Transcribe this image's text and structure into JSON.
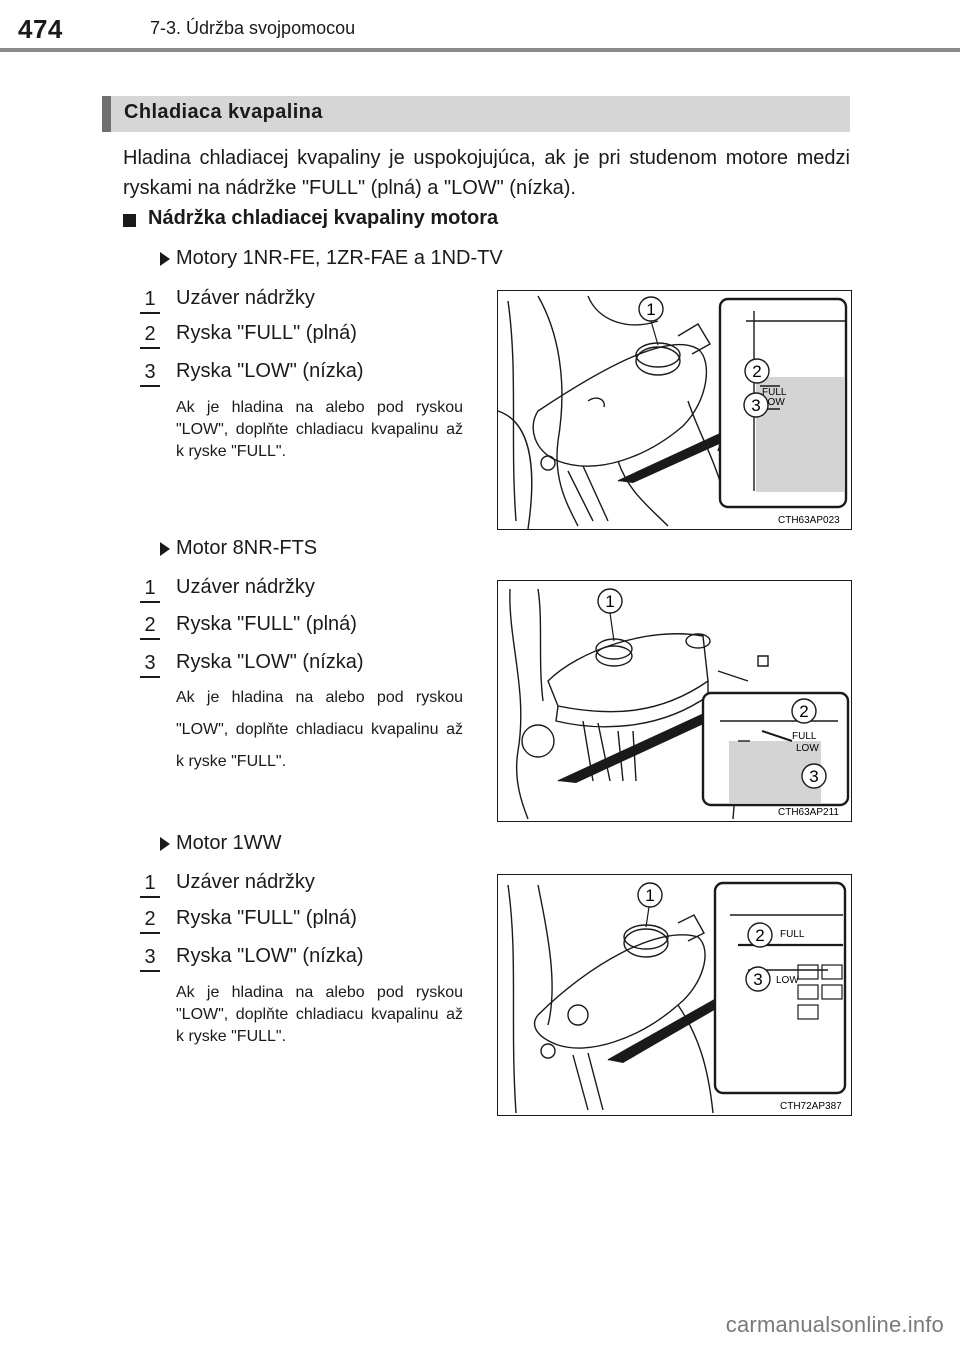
{
  "header": {
    "page_number": "474",
    "chapter": "7-3. Údržba svojpomocou"
  },
  "section": {
    "title": "Chladiaca kvapalina",
    "intro": "Hladina chladiacej kvapaliny je uspokojujúca, ak je pri studenom motore medzi ryskami na nádržke \"FULL\" (plná) a \"LOW\" (nízka).",
    "subheading": "Nádržka chladiacej kvapaliny motora"
  },
  "variants": [
    {
      "title": "Motory 1NR-FE, 1ZR-FAE a 1ND-TV",
      "items": [
        {
          "num": "1",
          "label": "Uzáver nádržky"
        },
        {
          "num": "2",
          "label": "Ryska \"FULL\" (plná)"
        },
        {
          "num": "3",
          "label": "Ryska \"LOW\" (nízka)"
        }
      ],
      "note": "Ak je hladina na alebo pod ryskou \"LOW\", doplňte chladiacu kvapalinu až k ryske \"FULL\".",
      "figure": {
        "code": "CTH63AP023",
        "callouts": [
          "1",
          "2",
          "3"
        ],
        "marks": [
          "FULL",
          "LOW"
        ]
      }
    },
    {
      "title": "Motor 8NR-FTS",
      "items": [
        {
          "num": "1",
          "label": "Uzáver nádržky"
        },
        {
          "num": "2",
          "label": "Ryska \"FULL\" (plná)"
        },
        {
          "num": "3",
          "label": "Ryska \"LOW\" (nízka)"
        }
      ],
      "note": "Ak je hladina na alebo pod ryskou \"LOW\", doplňte chladiacu kvapalinu až k ryske \"FULL\".",
      "figure": {
        "code": "CTH63AP211",
        "callouts": [
          "1",
          "2",
          "3"
        ],
        "marks": [
          "FULL",
          "LOW"
        ]
      }
    },
    {
      "title": "Motor 1WW",
      "items": [
        {
          "num": "1",
          "label": "Uzáver nádržky"
        },
        {
          "num": "2",
          "label": "Ryska \"FULL\" (plná)"
        },
        {
          "num": "3",
          "label": "Ryska \"LOW\" (nízka)"
        }
      ],
      "note": "Ak je hladina na alebo pod ryskou \"LOW\", doplňte chladiacu kvapalinu až k ryske \"FULL\".",
      "figure": {
        "code": "CTH72AP387",
        "callouts": [
          "1",
          "2",
          "3"
        ],
        "marks": [
          "FULL",
          "LOW"
        ]
      }
    }
  ],
  "watermark": "carmanualsonline.info"
}
